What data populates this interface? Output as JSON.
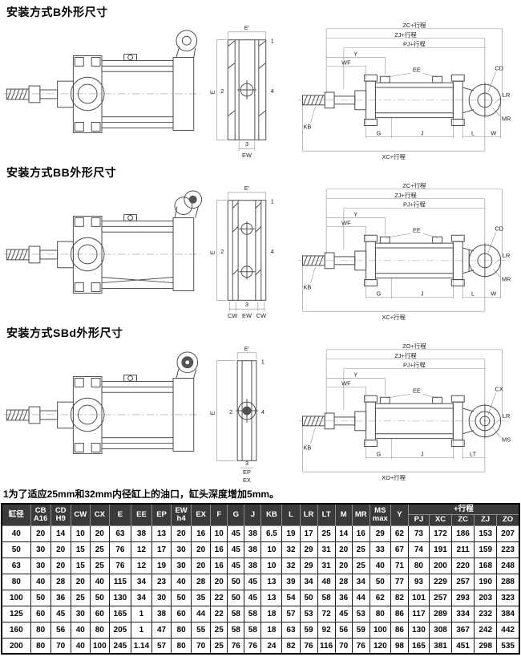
{
  "sections": [
    {
      "title": "安装方式B外形尺寸",
      "fig_mid": {
        "top": "E'",
        "left": "E",
        "n1": "1",
        "n2": "2",
        "n3": "3",
        "n4": "4",
        "bottom1": "EW"
      },
      "fig_right": {
        "dim1": "ZC+行程",
        "dim2": "ZJ+行程",
        "dim3": "PJ+行程",
        "y_label": "Y",
        "wf": "WF",
        "ee": "EE",
        "top_right": "CD",
        "side1": "LR",
        "side2": "MR",
        "kb": "KB",
        "g": "G",
        "j": "J",
        "l": "L",
        "w": "W",
        "bottom": "XC+行程"
      }
    },
    {
      "title": "安装方式BB外形尺寸",
      "fig_mid": {
        "top": "E'",
        "left": "E",
        "n1": "1",
        "n2": "2",
        "n3": "3",
        "n4": "4",
        "b_left": "CW",
        "bottom1": "EW",
        "b_right": "CW"
      },
      "fig_right": {
        "dim1": "ZC+行程",
        "dim2": "ZJ+行程",
        "dim3": "PJ+行程",
        "y_label": "Y",
        "wf": "WF",
        "ee": "EE",
        "top_right": "CD",
        "side1": "LR",
        "side2": "MR",
        "kb": "KB",
        "g": "G",
        "j": "J",
        "l": "L",
        "w": "W",
        "bottom": "XC+行程"
      }
    },
    {
      "title": "安装方式SBd外形尺寸",
      "fig_mid": {
        "top": "E'",
        "left": "E",
        "n1": "1",
        "n2": "2",
        "n3": "3",
        "n4": "4",
        "bottom1": "EP",
        "bottom2": "EX"
      },
      "fig_right": {
        "dim1": "ZO+行程",
        "dim2": "ZJ+行程",
        "dim3": "PJ+行程",
        "y_label": "Y",
        "wf": "WF",
        "ee": "EE",
        "top_right": "CX",
        "side1": "LR",
        "side2": "MS",
        "kb": "KB",
        "g": "G",
        "j": "J",
        "l": "LT",
        "w": "",
        "bottom": "XO+行程"
      }
    }
  ],
  "note": "1为了适应25mm和32mm内径缸上的油口，缸头深度增加5mm。",
  "table": {
    "group_header": "+行程",
    "columns": [
      "缸径",
      "CB\nA16",
      "CD\nH9",
      "CW",
      "CX",
      "E",
      "EE",
      "EP",
      "EW\nh4",
      "EX",
      "F",
      "G",
      "J",
      "KB",
      "L",
      "LR",
      "LT",
      "M",
      "MR",
      "MS\nmax",
      "Y"
    ],
    "stroke_columns": [
      "PJ",
      "XC",
      "ZC",
      "ZJ",
      "ZO"
    ],
    "rows": [
      [
        "40",
        "20",
        "14",
        "10",
        "20",
        "63",
        "38",
        "13",
        "20",
        "16",
        "10",
        "45",
        "38",
        "6.5",
        "19",
        "17",
        "25",
        "14",
        "16",
        "29",
        "62",
        "73",
        "172",
        "186",
        "153",
        "207"
      ],
      [
        "50",
        "30",
        "20",
        "15",
        "25",
        "76",
        "12",
        "17",
        "30",
        "20",
        "16",
        "45",
        "38",
        "10",
        "32",
        "29",
        "31",
        "20",
        "25",
        "33",
        "67",
        "74",
        "191",
        "211",
        "159",
        "223"
      ],
      [
        "63",
        "30",
        "20",
        "15",
        "25",
        "76",
        "12",
        "19",
        "30",
        "20",
        "16",
        "45",
        "38",
        "10",
        "32",
        "29",
        "31",
        "20",
        "25",
        "40",
        "71",
        "80",
        "200",
        "220",
        "168",
        "248"
      ],
      [
        "80",
        "40",
        "28",
        "20",
        "40",
        "115",
        "34",
        "23",
        "40",
        "28",
        "20",
        "50",
        "45",
        "13",
        "39",
        "34",
        "48",
        "28",
        "34",
        "50",
        "77",
        "93",
        "229",
        "257",
        "190",
        "288"
      ],
      [
        "100",
        "50",
        "36",
        "25",
        "50",
        "130",
        "34",
        "30",
        "50",
        "35",
        "22",
        "50",
        "45",
        "13",
        "54",
        "50",
        "58",
        "36",
        "44",
        "62",
        "82",
        "101",
        "257",
        "293",
        "203",
        "323"
      ],
      [
        "125",
        "60",
        "45",
        "30",
        "60",
        "165",
        "1",
        "38",
        "60",
        "44",
        "22",
        "58",
        "58",
        "18",
        "57",
        "53",
        "72",
        "45",
        "53",
        "80",
        "86",
        "117",
        "289",
        "334",
        "232",
        "384"
      ],
      [
        "160",
        "80",
        "56",
        "40",
        "80",
        "205",
        "1",
        "47",
        "80",
        "55",
        "25",
        "58",
        "58",
        "18",
        "63",
        "59",
        "92",
        "56",
        "59",
        "100",
        "86",
        "130",
        "308",
        "367",
        "242",
        "442"
      ],
      [
        "200",
        "80",
        "70",
        "40",
        "100",
        "245",
        "1.14",
        "57",
        "80",
        "70",
        "25",
        "76",
        "76",
        "24",
        "82",
        "76",
        "116",
        "70",
        "76",
        "120",
        "98",
        "165",
        "381",
        "451",
        "298",
        "535"
      ]
    ]
  }
}
